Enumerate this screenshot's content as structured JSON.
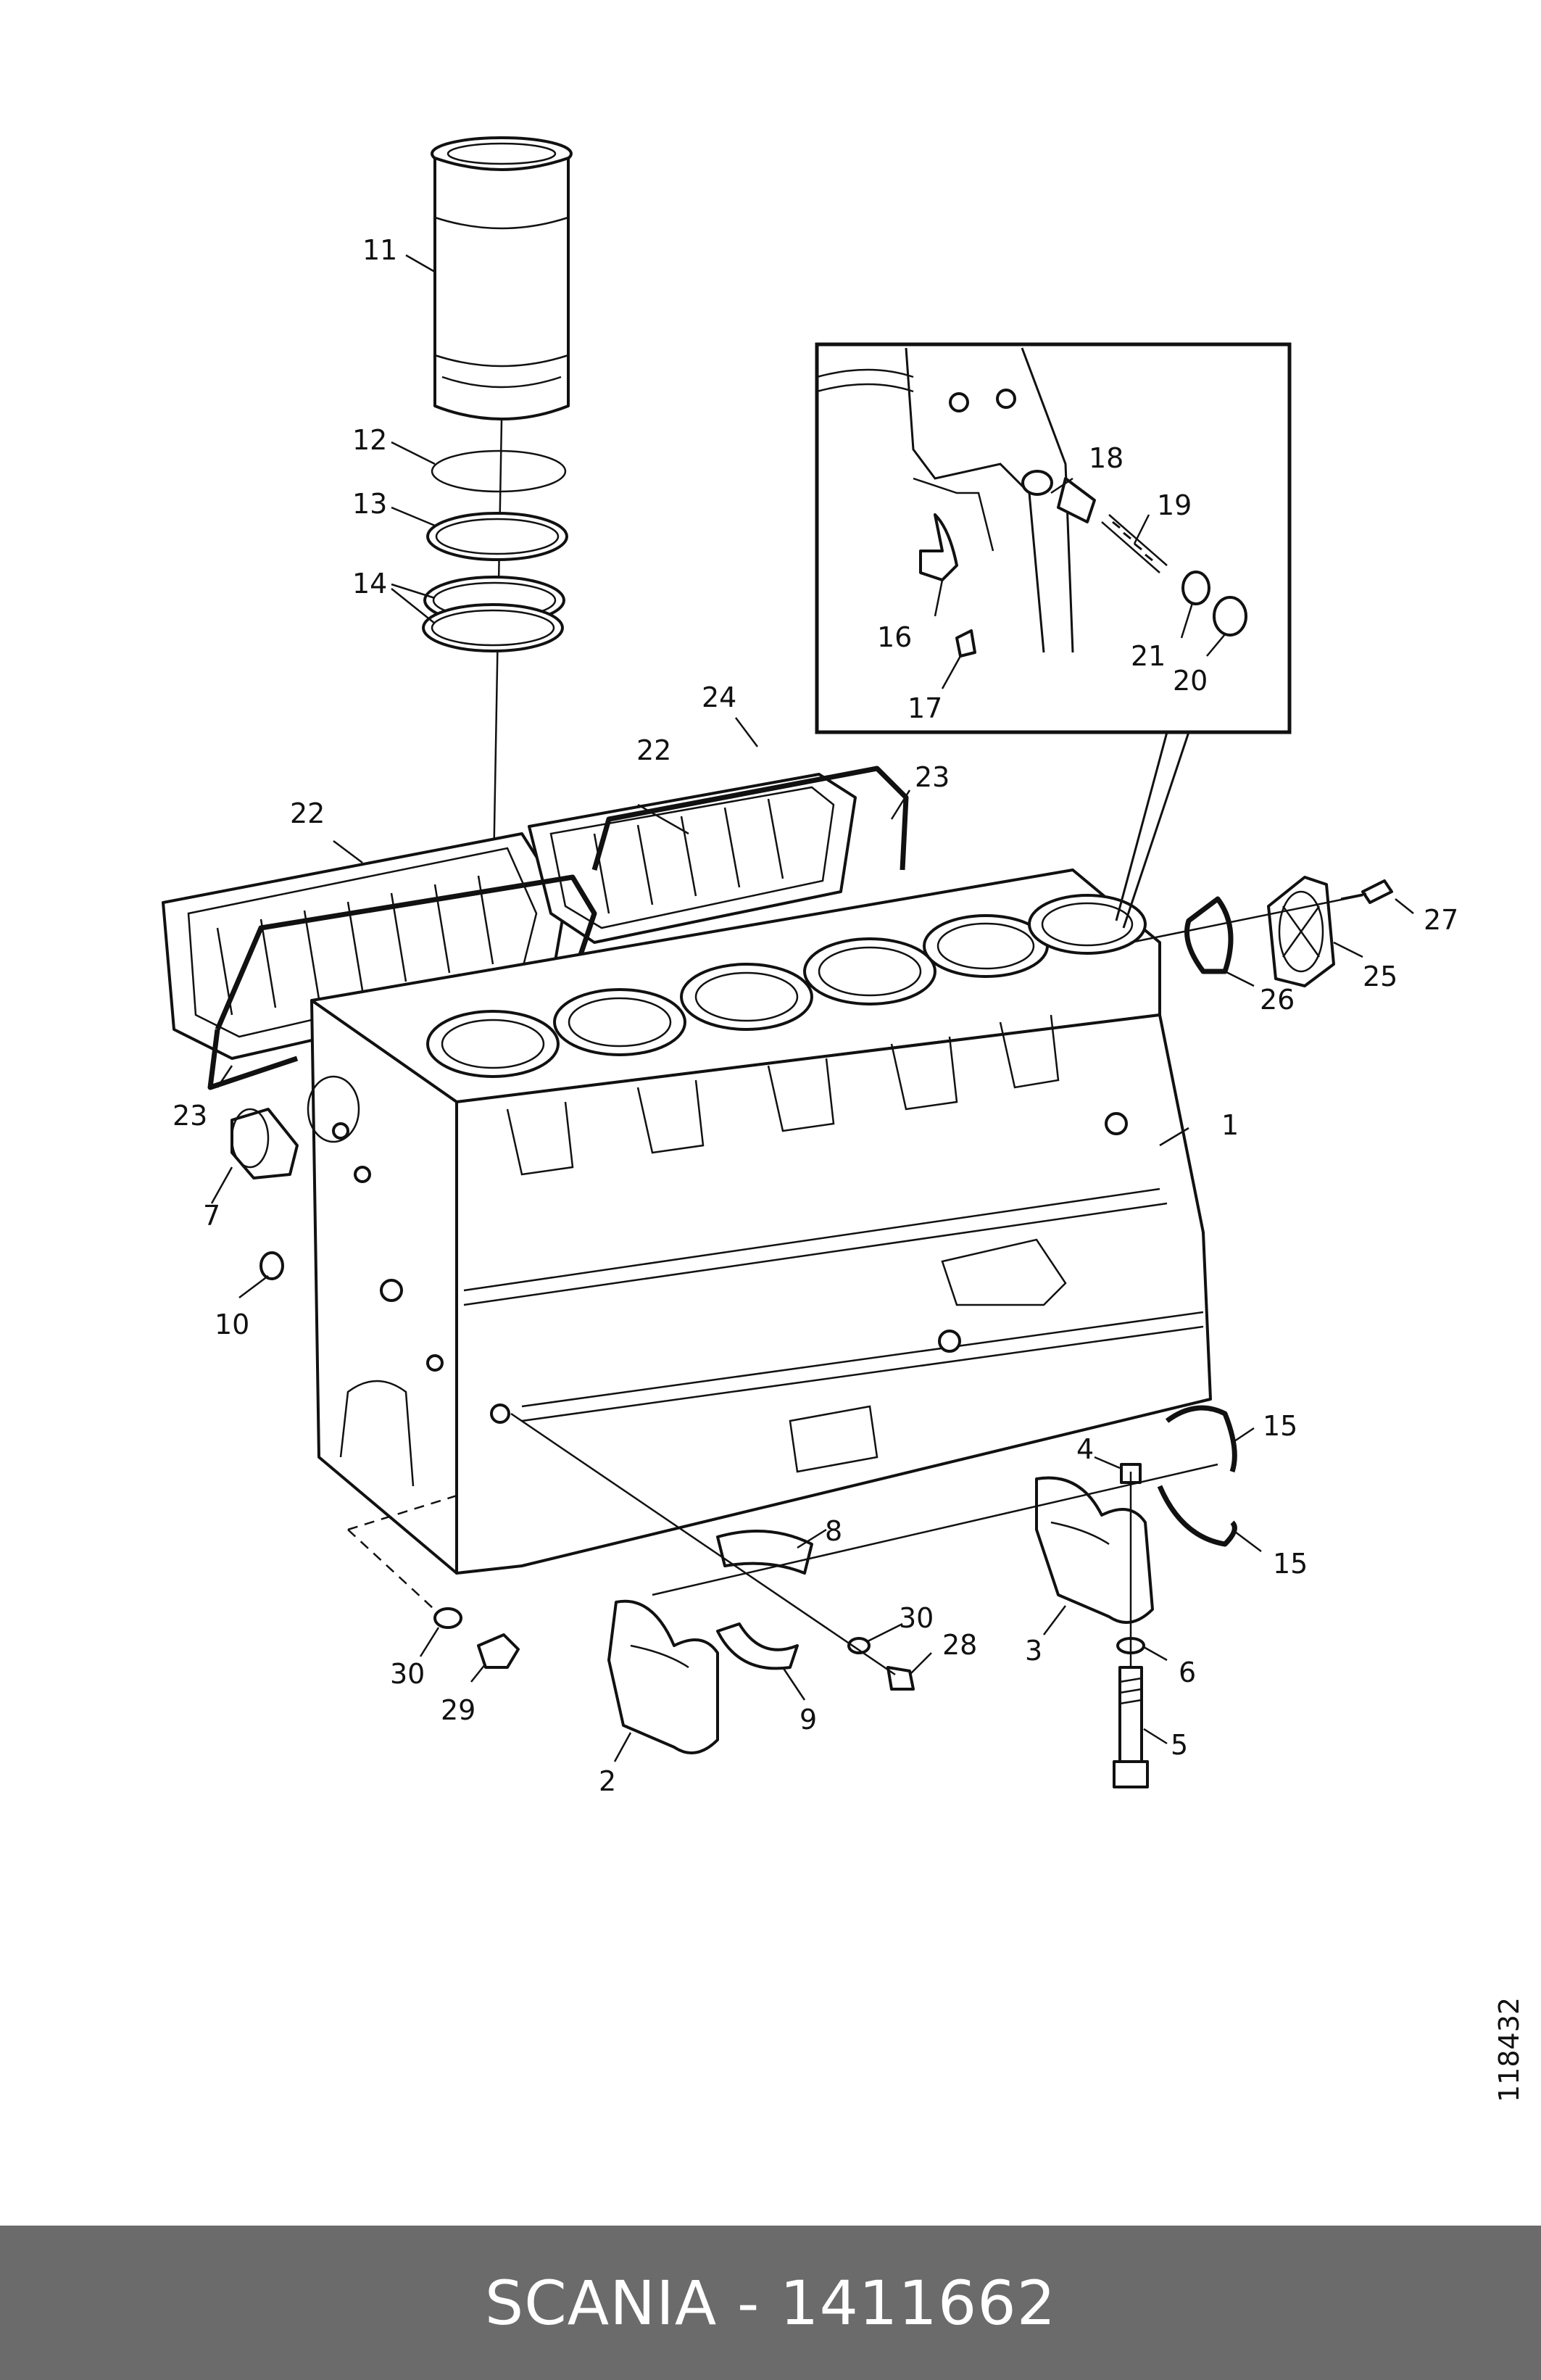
{
  "labels": {
    "l1": "1",
    "l2": "2",
    "l3": "3",
    "l4": "4",
    "l5": "5",
    "l6": "6",
    "l7": "7",
    "l8": "8",
    "l9": "9",
    "l10": "10",
    "l11": "11",
    "l12": "12",
    "l13": "13",
    "l14": "14",
    "l15a": "15",
    "l15b": "15",
    "l16": "16",
    "l17": "17",
    "l18": "18",
    "l19": "19",
    "l20": "20",
    "l21": "21",
    "l22a": "22",
    "l22b": "22",
    "l23a": "23",
    "l23b": "23",
    "l24": "24",
    "l25": "25",
    "l26": "26",
    "l27": "27",
    "l28": "28",
    "l29": "29",
    "l30a": "30",
    "l30b": "30"
  },
  "drawing_number": "118432",
  "footer": {
    "text": "SCANIA - 1411662"
  },
  "colors": {
    "ink": "#111111",
    "footer_bg": "#6b6b6b",
    "footer_text": "#ffffff"
  }
}
